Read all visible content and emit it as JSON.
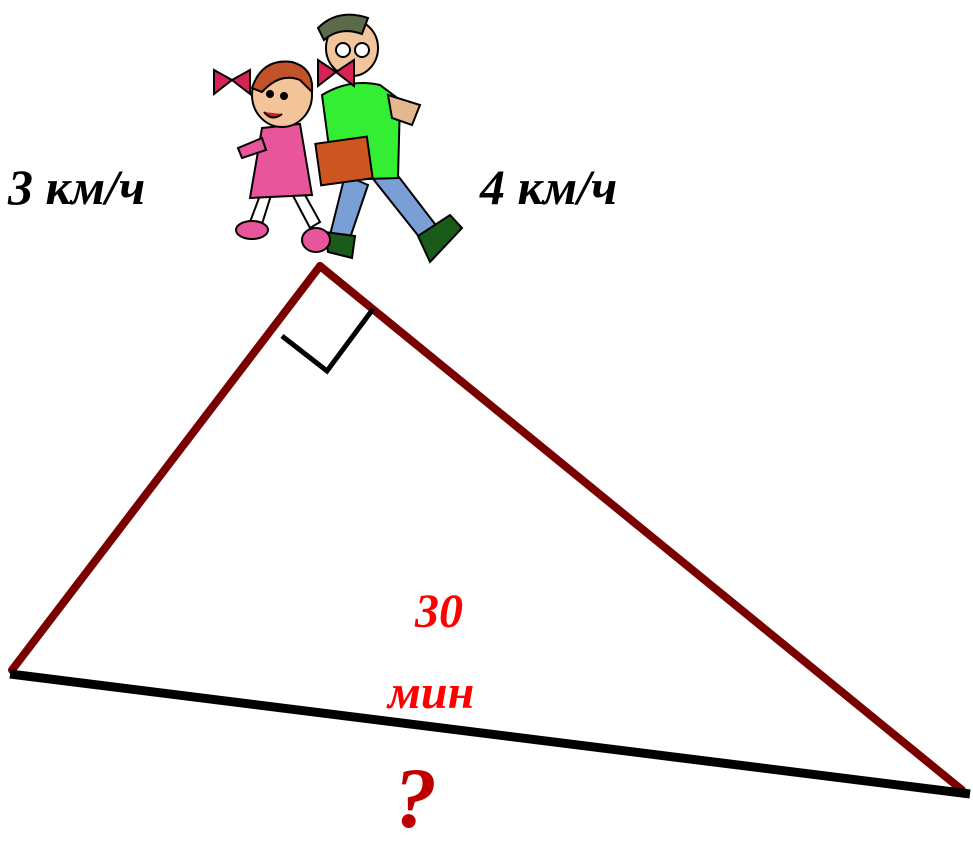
{
  "labels": {
    "speed_left": "3 км/ч",
    "speed_right": "4 км/ч",
    "time_value": "30",
    "time_unit": "мин",
    "question": "?"
  },
  "colors": {
    "legs": "#7a0000",
    "hypotenuse": "#000000",
    "right_angle_marker": "#000000",
    "time_text": "#ff0000",
    "question_mark": "#c00000",
    "girl_dress": "#e8559b",
    "boy_shirt": "#33ee33",
    "boy_pants": "#7a9fd6",
    "book": "#cc5522",
    "bows": "#d62255"
  },
  "illustration": {
    "icon": "walking-children-icon"
  }
}
